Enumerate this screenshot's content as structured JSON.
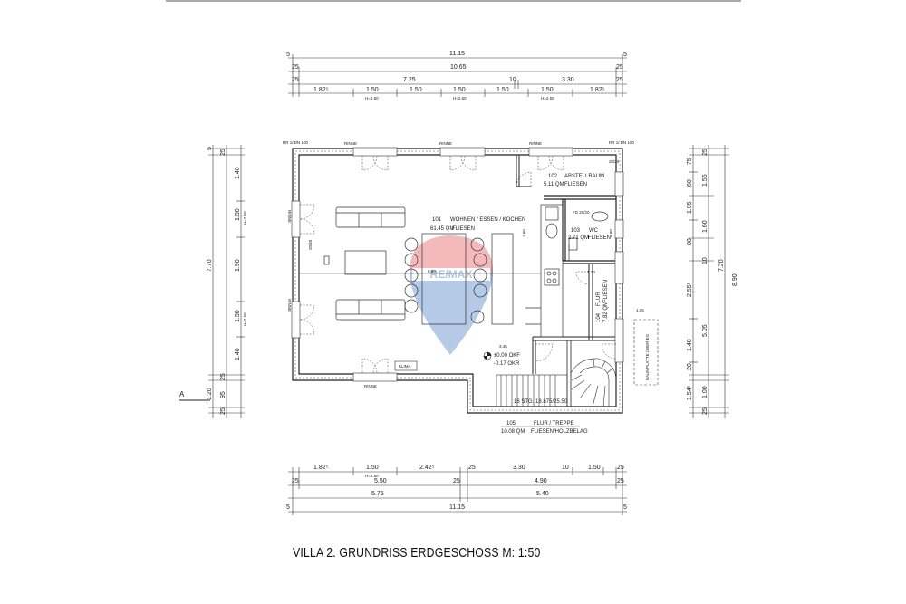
{
  "title": "VILLA 2. GRUNDRISS ERDGESCHOSS M: 1:50",
  "section_marker": "A",
  "top_dimensions": {
    "row1": [
      "5",
      "11.15",
      "5"
    ],
    "row2": [
      "25",
      "10.65",
      "25"
    ],
    "row3": [
      "25",
      "7.25",
      "10",
      "3.30",
      "25"
    ],
    "row4": [
      "1.82⁵",
      "1.50",
      "1.50",
      "1.50",
      "1.50",
      "1.50",
      "1.82⁵"
    ],
    "row4_sub": [
      "H=2.50",
      "H=2.50",
      "H=2.50"
    ]
  },
  "bottom_dimensions": {
    "row1": [
      "1.82⁵",
      "1.50",
      "2.42⁵",
      "25",
      "3.30",
      "10",
      "1.50",
      "25"
    ],
    "row1_sub": [
      "H=2.50"
    ],
    "row2": [
      "25",
      "5.50",
      "25",
      "4.90",
      "25"
    ],
    "row3": [
      "5.75",
      "5.40"
    ],
    "row4": [
      "5",
      "11.15",
      "5"
    ]
  },
  "left_dimensions": {
    "outer": [
      "5",
      "25",
      "7.70",
      "25",
      "95",
      "25"
    ],
    "inner": [
      "1.40",
      "1.50",
      "1.90",
      "1.50",
      "1.40",
      "1.20"
    ],
    "inner_sub": [
      "H=2.50",
      "H=2.50"
    ]
  },
  "right_dimensions": {
    "col1": [
      "75",
      "60",
      "1.05",
      "80",
      "2.55⁵",
      "1.40",
      "20",
      "1.54⁵"
    ],
    "col2": [
      "25",
      "1.55",
      "1.60",
      "10",
      "5.05",
      "1.00",
      "25"
    ],
    "col3": [
      "7.20",
      "8.90"
    ]
  },
  "rooms": [
    {
      "num": "101",
      "name": "WOHNEN / ESSEN / KOCHEN",
      "area": "61.45 QM",
      "floor": "FLIESEN"
    },
    {
      "num": "102",
      "name": "ABSTELLRAUM",
      "area": "5.11 QM",
      "floor": "FLIESEN"
    },
    {
      "num": "103",
      "name": "WC",
      "area": "2.71 QM",
      "floor": "FLIESEN"
    },
    {
      "num": "104",
      "name": "FLUR",
      "area": "7.82 QM",
      "floor": "FLIESEN"
    },
    {
      "num": "105",
      "name": "FLUR / TREPPE",
      "area": "10.08 QM",
      "floor": "FLIESEN/HOLZBELAG"
    }
  ],
  "labels": {
    "rinne": "RINNE",
    "klima": "KLIMA",
    "rr": "RR 1/ DN 100",
    "level1": "±0.00 OKF",
    "level2": "-0.17 OKR",
    "stair": "16 STG. 18.875/25.50",
    "bauplatte": "BAUMPLATTE ÜBER EG",
    "wc_sill": "FD 20/20",
    "win_20_40": "20/40",
    "dim_880": "8.80",
    "dim_170": "1.70",
    "dim_345": "3.45",
    "dim_580": "5.80",
    "dim_160": "1.60",
    "dim_105": "1.05",
    "win_2020": "20/20"
  },
  "watermark": {
    "text": "RE/MAX",
    "colors": [
      "#e03a3e",
      "#1f5ea8"
    ]
  }
}
